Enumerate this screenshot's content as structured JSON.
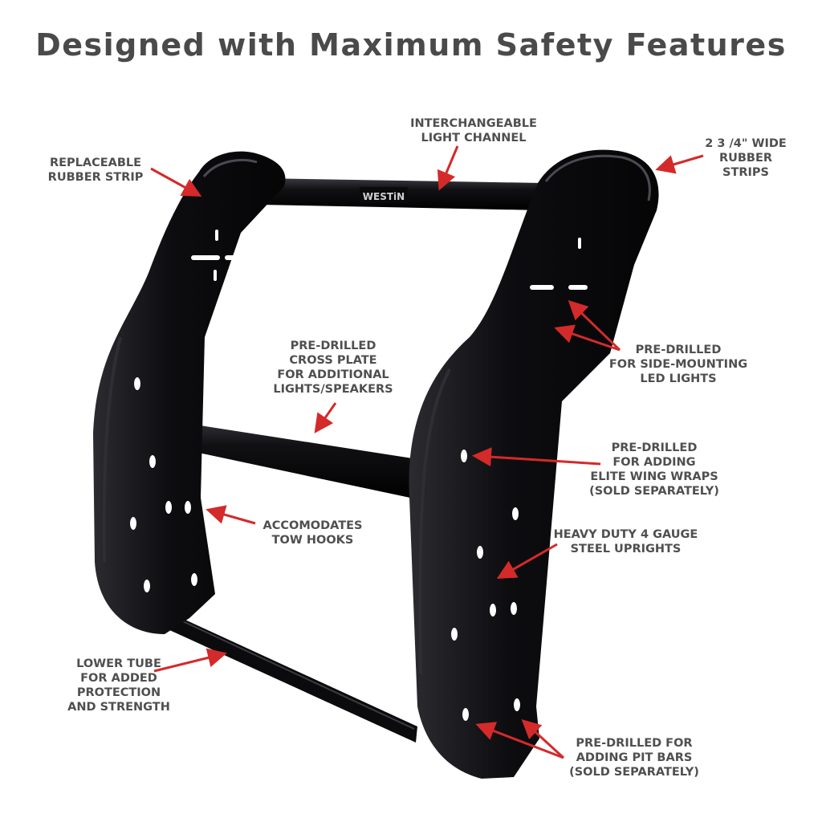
{
  "title": "Designed with Maximum Safety Features",
  "brand_logo_text": "WESTiN",
  "callouts": [
    {
      "lines": [
        "INTERCHANGEABLE",
        "LIGHT CHANNEL"
      ]
    },
    {
      "lines": [
        "REPLACEABLE",
        "RUBBER STRIP"
      ]
    },
    {
      "lines": [
        "2 3 /4\" WIDE",
        "RUBBER",
        "STRIPS"
      ]
    },
    {
      "lines": [
        "PRE-DRILLED",
        "CROSS PLATE",
        "FOR ADDITIONAL",
        "LIGHTS/SPEAKERS"
      ]
    },
    {
      "lines": [
        "PRE-DRILLED",
        "FOR SIDE-MOUNTING",
        "LED LIGHTS"
      ]
    },
    {
      "lines": [
        "PRE-DRILLED",
        "FOR ADDING",
        "ELITE WING WRAPS",
        "(SOLD SEPARATELY)"
      ]
    },
    {
      "lines": [
        "ACCOMODATES",
        "TOW HOOKS"
      ]
    },
    {
      "lines": [
        "HEAVY DUTY 4 GAUGE",
        "STEEL UPRIGHTS"
      ]
    },
    {
      "lines": [
        "LOWER TUBE",
        "FOR ADDED",
        "PROTECTION",
        "AND STRENGTH"
      ]
    },
    {
      "lines": [
        "PRE-DRILLED FOR",
        "ADDING PIT BARS",
        "(SOLD SEPARATELY)"
      ]
    }
  ],
  "colors": {
    "title": "#4a4a4a",
    "label": "#4f4f4f",
    "arrow": "#d42a2a",
    "product": "#0c0c0e"
  }
}
